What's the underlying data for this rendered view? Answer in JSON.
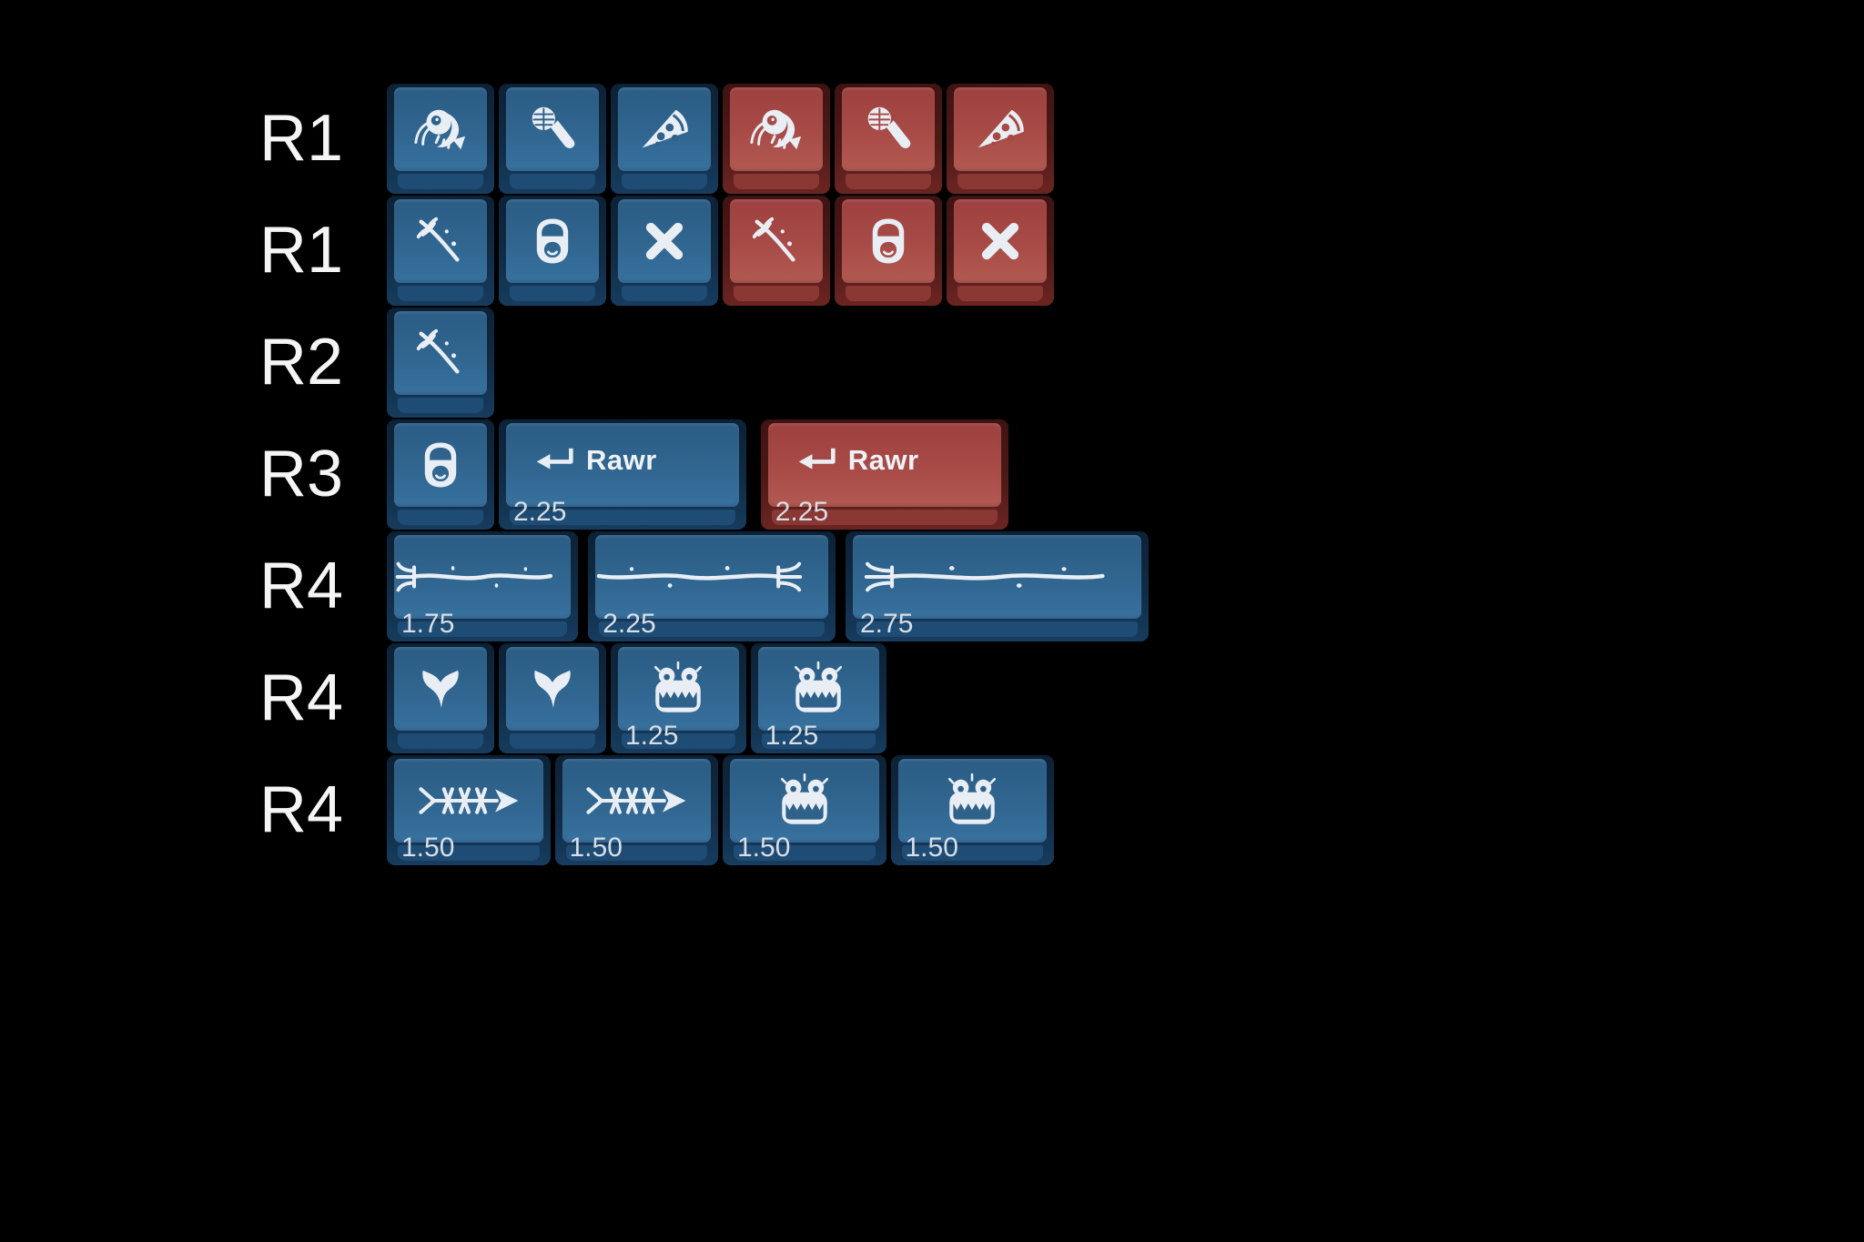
{
  "page": {
    "background": "#000000",
    "description": "Keycap set kit render with profile row labels"
  },
  "colors": {
    "blue_keycap_top": "#2f628b",
    "blue_keycap_side": "#122e49",
    "red_keycap_top": "#a64a45",
    "red_keycap_side": "#5a1d1a",
    "legend": "#e9eef4",
    "row_label_text": "#f5f5f5",
    "size_label_text": "#d7dee5"
  },
  "rows": [
    {
      "label": "R1",
      "keys": [
        {
          "icon": "shrimp-icon",
          "color": "blue",
          "width_u": 1
        },
        {
          "icon": "microphone-icon",
          "color": "blue",
          "width_u": 1
        },
        {
          "icon": "pizza-icon",
          "color": "blue",
          "width_u": 1
        },
        {
          "icon": "shrimp-icon",
          "color": "red",
          "width_u": 1
        },
        {
          "icon": "microphone-icon",
          "color": "red",
          "width_u": 1
        },
        {
          "icon": "pizza-icon",
          "color": "red",
          "width_u": 1
        }
      ]
    },
    {
      "label": "R1",
      "keys": [
        {
          "icon": "trident-icon",
          "color": "blue",
          "width_u": 1
        },
        {
          "icon": "ring-pull-icon",
          "color": "blue",
          "width_u": 1
        },
        {
          "icon": "x-icon",
          "color": "blue",
          "width_u": 1
        },
        {
          "icon": "trident-icon",
          "color": "red",
          "width_u": 1
        },
        {
          "icon": "ring-pull-icon",
          "color": "red",
          "width_u": 1
        },
        {
          "icon": "x-icon",
          "color": "red",
          "width_u": 1
        }
      ]
    },
    {
      "label": "R2",
      "keys": [
        {
          "icon": "trident-icon",
          "color": "blue",
          "width_u": 1
        }
      ]
    },
    {
      "label": "R3",
      "keys": [
        {
          "icon": "ring-pull-icon",
          "color": "blue",
          "width_u": 1
        },
        {
          "icon": "return-arrow-icon",
          "text": "Rawr",
          "color": "blue",
          "width_u": 2.25,
          "size_label": "2.25"
        },
        {
          "icon": "return-arrow-icon",
          "text": "Rawr",
          "color": "red",
          "width_u": 2.25,
          "size_label": "2.25"
        }
      ]
    },
    {
      "label": "R4",
      "keys": [
        {
          "icon": "trident-spear-left-icon",
          "color": "blue",
          "width_u": 1.75,
          "size_label": "1.75"
        },
        {
          "icon": "trident-spear-right-icon",
          "color": "blue",
          "width_u": 2.25,
          "size_label": "2.25"
        },
        {
          "icon": "trident-spear-left-icon",
          "color": "blue",
          "width_u": 2.75,
          "size_label": "2.75"
        }
      ]
    },
    {
      "label": "R4",
      "keys": [
        {
          "icon": "whale-tail-icon",
          "color": "blue",
          "width_u": 1
        },
        {
          "icon": "whale-tail-icon",
          "color": "blue",
          "width_u": 1
        },
        {
          "icon": "monster-icon",
          "color": "blue",
          "width_u": 1.25,
          "size_label": "1.25"
        },
        {
          "icon": "monster-icon",
          "color": "blue",
          "width_u": 1.25,
          "size_label": "1.25"
        }
      ]
    },
    {
      "label": "R4",
      "keys": [
        {
          "icon": "fishbone-arrow-icon",
          "color": "blue",
          "width_u": 1.5,
          "size_label": "1.50"
        },
        {
          "icon": "fishbone-arrow-icon",
          "color": "blue",
          "width_u": 1.5,
          "size_label": "1.50"
        },
        {
          "icon": "monster-icon",
          "color": "blue",
          "width_u": 1.5,
          "size_label": "1.50"
        },
        {
          "icon": "monster-icon",
          "color": "blue",
          "width_u": 1.5,
          "size_label": "1.50"
        }
      ]
    }
  ]
}
